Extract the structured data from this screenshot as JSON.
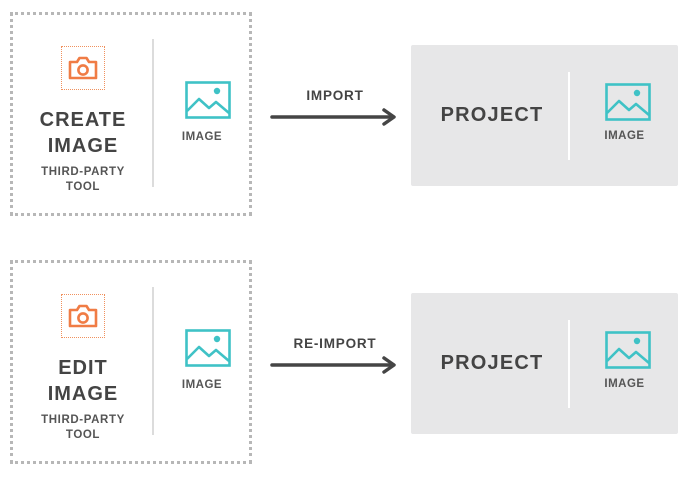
{
  "colors": {
    "camera_accent": "#f07c45",
    "image_accent": "#3fc2c6",
    "arrow": "#454545",
    "project_bg": "#e7e7e8",
    "dotted_border": "#b7b7b7"
  },
  "rows": [
    {
      "tool": {
        "icon": "camera-icon",
        "title_line1": "CREATE",
        "title_line2": "IMAGE",
        "subtitle_line1": "THIRD-PARTY",
        "subtitle_line2": "TOOL",
        "image_icon": "image-icon",
        "image_label": "IMAGE"
      },
      "arrow_label": "IMPORT",
      "project": {
        "label": "PROJECT",
        "image_icon": "image-icon",
        "image_label": "IMAGE"
      }
    },
    {
      "tool": {
        "icon": "camera-icon",
        "title_line1": "EDIT",
        "title_line2": "IMAGE",
        "subtitle_line1": "THIRD-PARTY",
        "subtitle_line2": "TOOL",
        "image_icon": "image-icon",
        "image_label": "IMAGE"
      },
      "arrow_label": "RE-IMPORT",
      "project": {
        "label": "PROJECT",
        "image_icon": "image-icon",
        "image_label": "IMAGE"
      }
    }
  ]
}
